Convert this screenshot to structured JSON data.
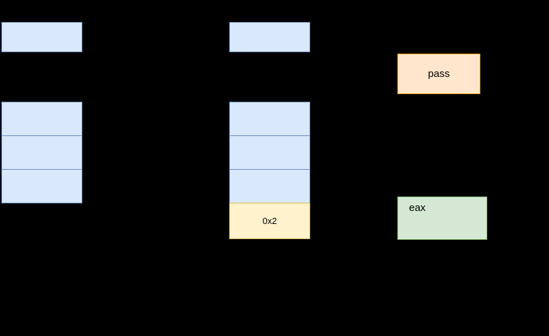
{
  "diagram": {
    "background_color": "#000000",
    "palette": {
      "blue_fill": "#dae8fc",
      "blue_stroke": "#6c8ebf",
      "yellow_fill": "#fff2cc",
      "yellow_stroke": "#d6b656",
      "orange_fill": "#ffe6cc",
      "orange_stroke": "#d79b00",
      "green_fill": "#d5e8d4",
      "green_stroke": "#82b366"
    },
    "columns": [
      {
        "id": "left-column",
        "header_box": {
          "label": "",
          "color": "blue"
        },
        "stack": {
          "id": "left-stack",
          "cells": [
            {
              "label": "",
              "color": "blue"
            },
            {
              "label": "",
              "color": "blue"
            },
            {
              "label": "",
              "color": "blue"
            }
          ]
        }
      },
      {
        "id": "middle-column",
        "header_box": {
          "label": "",
          "color": "blue"
        },
        "stack": {
          "id": "middle-stack",
          "cells": [
            {
              "label": "",
              "color": "blue"
            },
            {
              "label": "",
              "color": "blue"
            },
            {
              "label": "",
              "color": "blue"
            },
            {
              "label": "0x2",
              "color": "yellow"
            }
          ]
        }
      },
      {
        "id": "right-column",
        "boxes": [
          {
            "label": "pass",
            "color": "orange",
            "align": "center"
          },
          {
            "label": "eax",
            "color": "green",
            "align": "left"
          }
        ]
      }
    ]
  }
}
